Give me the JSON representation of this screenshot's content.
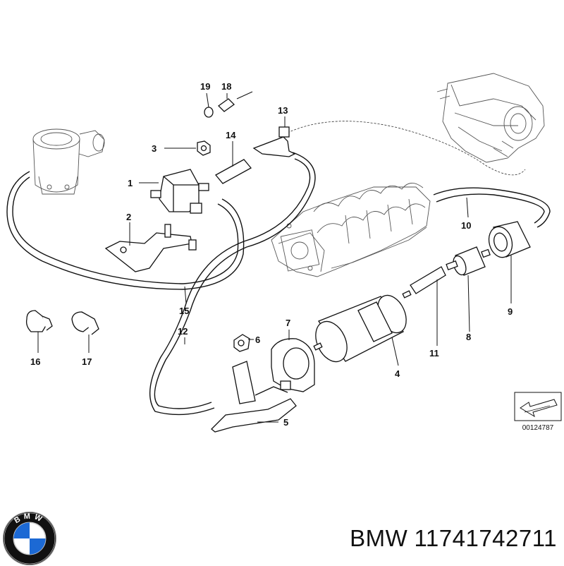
{
  "diagram": {
    "callouts": [
      "1",
      "2",
      "3",
      "4",
      "5",
      "6",
      "7",
      "8",
      "9",
      "10",
      "11",
      "12",
      "13",
      "14",
      "15",
      "16",
      "17",
      "18",
      "19"
    ],
    "reference_number": "00124787"
  },
  "footer": {
    "brand": "BMW",
    "part_number": "11741742711"
  },
  "logo": {
    "letters": "BMW",
    "colors": {
      "blue": "#1c69d4",
      "white": "#ffffff",
      "ring": "#111111"
    }
  }
}
